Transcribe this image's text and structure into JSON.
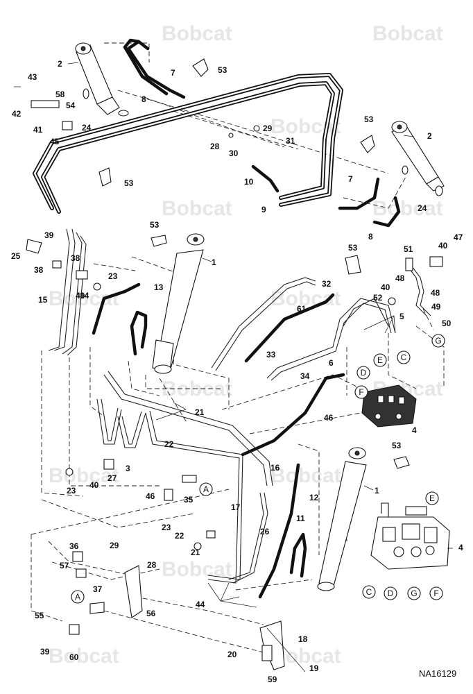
{
  "watermark": "Bobcat",
  "drawing_number": "NA16129",
  "callouts": [
    "1",
    "2",
    "3",
    "4",
    "5",
    "6",
    "7",
    "8",
    "9",
    "10",
    "11",
    "12",
    "13",
    "14",
    "15",
    "16",
    "17",
    "18",
    "19",
    "20",
    "21",
    "22",
    "23",
    "24",
    "25",
    "26",
    "27",
    "28",
    "29",
    "30",
    "31",
    "32",
    "33",
    "34",
    "35",
    "36",
    "37",
    "38",
    "39",
    "40",
    "41",
    "42",
    "43",
    "44",
    "45",
    "46",
    "47",
    "48",
    "49",
    "50",
    "51",
    "52",
    "53",
    "54",
    "55",
    "56",
    "57",
    "58",
    "59",
    "60",
    "61"
  ],
  "port_refs": [
    "A",
    "C",
    "D",
    "E",
    "F",
    "G"
  ]
}
